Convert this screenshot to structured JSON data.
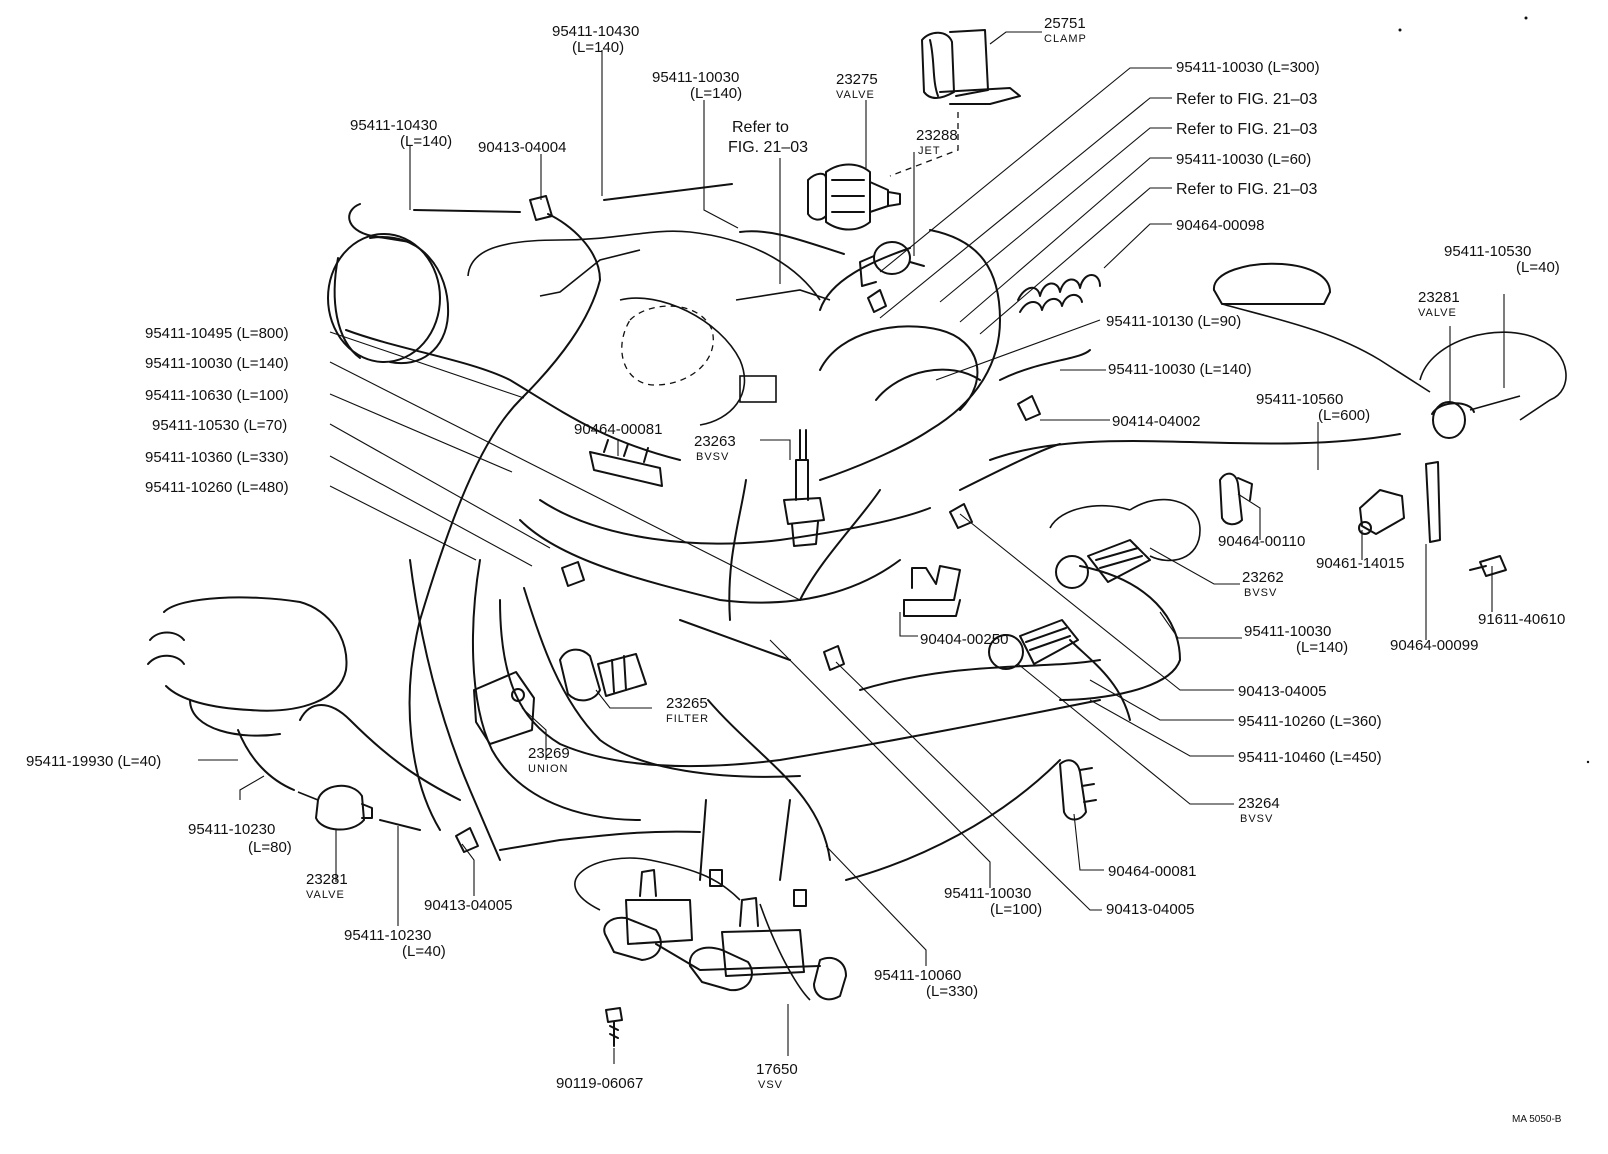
{
  "labels": {
    "l01": [
      "95411-10430",
      "(L=140)"
    ],
    "l02": [
      "95411-10030",
      "(L=140)"
    ],
    "l03": [
      "95411-10430",
      "(L=140)"
    ],
    "l04": [
      "90413-04004"
    ],
    "l05": [
      "Refer to",
      "FIG. 21–03"
    ],
    "l06": [
      "23275",
      "VALVE"
    ],
    "l07": [
      "25751",
      "CLAMP"
    ],
    "l08": [
      "23288",
      "JET"
    ],
    "l09": [
      "95411-10030 (L=300)"
    ],
    "l10": [
      "Refer to FIG. 21–03"
    ],
    "l11": [
      "Refer to FIG. 21–03"
    ],
    "l12": [
      "95411-10030 (L=60)"
    ],
    "l13": [
      "Refer to FIG. 21–03"
    ],
    "l14": [
      "90464-00098"
    ],
    "l15": [
      "95411-10530",
      "(L=40)"
    ],
    "l16": [
      "23281",
      "VALVE"
    ],
    "l17": [
      "95411-10495 (L=800)"
    ],
    "l18": [
      "95411-10030 (L=140)"
    ],
    "l19": [
      "95411-10130 (L=90)"
    ],
    "l20": [
      "95411-10630 (L=100)"
    ],
    "l21": [
      "95411-10030 (L=140)"
    ],
    "l22": [
      "95411-10560",
      "(L=600)"
    ],
    "l23": [
      "95411-10530 (L=70)"
    ],
    "l24": [
      "90464-00081"
    ],
    "l25": [
      "23263",
      "BVSV"
    ],
    "l26": [
      "90414-04002"
    ],
    "l27": [
      "95411-10360 (L=330)"
    ],
    "l28": [
      "95411-10260 (L=480)"
    ],
    "l29": [
      "90464-00110"
    ],
    "l30": [
      "90461-14015"
    ],
    "l31": [
      "23262",
      "BVSV"
    ],
    "l32": [
      "91611-40610"
    ],
    "l33": [
      "90404-00250"
    ],
    "l34": [
      "95411-10030",
      "(L=140)"
    ],
    "l35": [
      "90464-00099"
    ],
    "l36": [
      "23265",
      "FILTER"
    ],
    "l37": [
      "90413-04005"
    ],
    "l38": [
      "23269",
      "UNION"
    ],
    "l39": [
      "95411-10260 (L=360)"
    ],
    "l40": [
      "95411-19930 (L=40)"
    ],
    "l41": [
      "95411-10460 (L=450)"
    ],
    "l42": [
      "95411-10230",
      "(L=80)"
    ],
    "l43": [
      "23264",
      "BVSV"
    ],
    "l44": [
      "23281",
      "VALVE"
    ],
    "l45": [
      "90413-04005"
    ],
    "l46": [
      "90464-00081"
    ],
    "l47": [
      "95411-10030",
      "(L=100)"
    ],
    "l48": [
      "90413-04005"
    ],
    "l49": [
      "95411-10230",
      "(L=40)"
    ],
    "l50": [
      "95411-10060",
      "(L=330)"
    ],
    "l51": [
      "17650",
      "VSV"
    ],
    "l52": [
      "90119-06067"
    ],
    "code": "MA 5050-B"
  }
}
